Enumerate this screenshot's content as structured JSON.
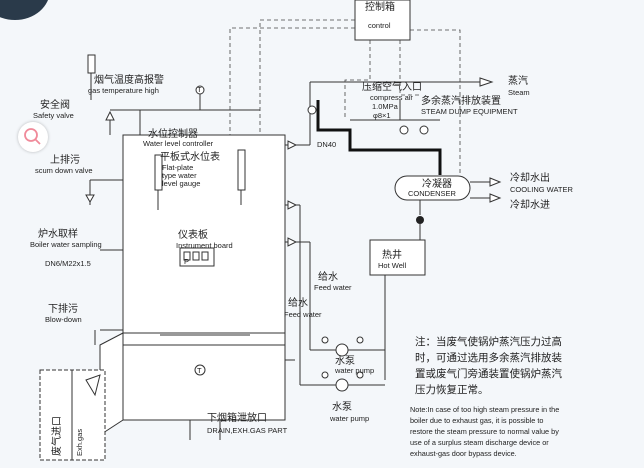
{
  "labels": {
    "control_cn": "控制箱",
    "control_en": "control",
    "gas_temp_cn": "烟气温度高报警",
    "gas_temp_en": "gas temperature high",
    "safety_cn": "安全阀",
    "safety_en": "Safety valve",
    "wlc_cn": "水位控制器",
    "wlc_en": "Water level controller",
    "flat_cn": "平板式水位表",
    "flat_en1": "Flat-plate",
    "flat_en2": "type water",
    "flat_en3": "level gauge",
    "scum_cn": "上排污",
    "scum_en": "scum down valve",
    "sampling_cn": "炉水取样",
    "sampling_en": "Boiler water sampling",
    "dn6": "DN6/M22x1.5",
    "instrument_cn": "仪表板",
    "instrument_en": "Instrument board",
    "blowdown_cn": "下排污",
    "blowdown_en": "Blow-down",
    "exh_cn": "废气进口",
    "exh_en": "Exh.gas",
    "drain_cn": "下烟箱泄放口",
    "drain_en": "DRAIN,EXH.GAS PART",
    "feed1_cn": "给水",
    "feed1_en": "Feed water",
    "feed2_cn": "给水",
    "feed2_en": "Feed water",
    "pump1_cn": "水泵",
    "pump1_en": "water pump",
    "pump2_cn": "水泵",
    "pump2_en": "water pump",
    "hotwell_cn": "热井",
    "hotwell_en": "Hot Well",
    "condenser_cn": "冷凝器",
    "condenser_en": "CONDENSER",
    "cooling_out_cn": "冷却水出",
    "cooling_en": "COOLING WATER",
    "cooling_in_cn": "冷却水进",
    "steam_cn": "蒸汽",
    "steam_en": "Steam",
    "air_cn": "压缩空气入口",
    "air_en1": "compress air",
    "air_en2": "1.0MPa",
    "air_en3": "φ8×1",
    "dump_cn": "多余蒸汽排放装置",
    "dump_en": "STEAM DUMP EQUIPMENT",
    "dn40": "DN40",
    "p_mark": "P",
    "t_mark": "T"
  },
  "note": {
    "cn": [
      "注：当废气使锅炉蒸汽压力过高",
      "时，可通过选用多余蒸汽排放装",
      "置或废气门旁通装置使锅炉蒸汽",
      "压力恢复正常。"
    ],
    "en": [
      "Note:In case of too high steam pressure in the",
      "boiler due to exhaust gas, it is possible to",
      "restore the steam pressure to normal value by",
      "use of a surplus steam discharge device or",
      "exhaust-gas door bypass device."
    ]
  },
  "colors": {
    "background": "#f4f7fa",
    "line": "#333333"
  },
  "icons": {
    "zoom": "search-icon"
  }
}
